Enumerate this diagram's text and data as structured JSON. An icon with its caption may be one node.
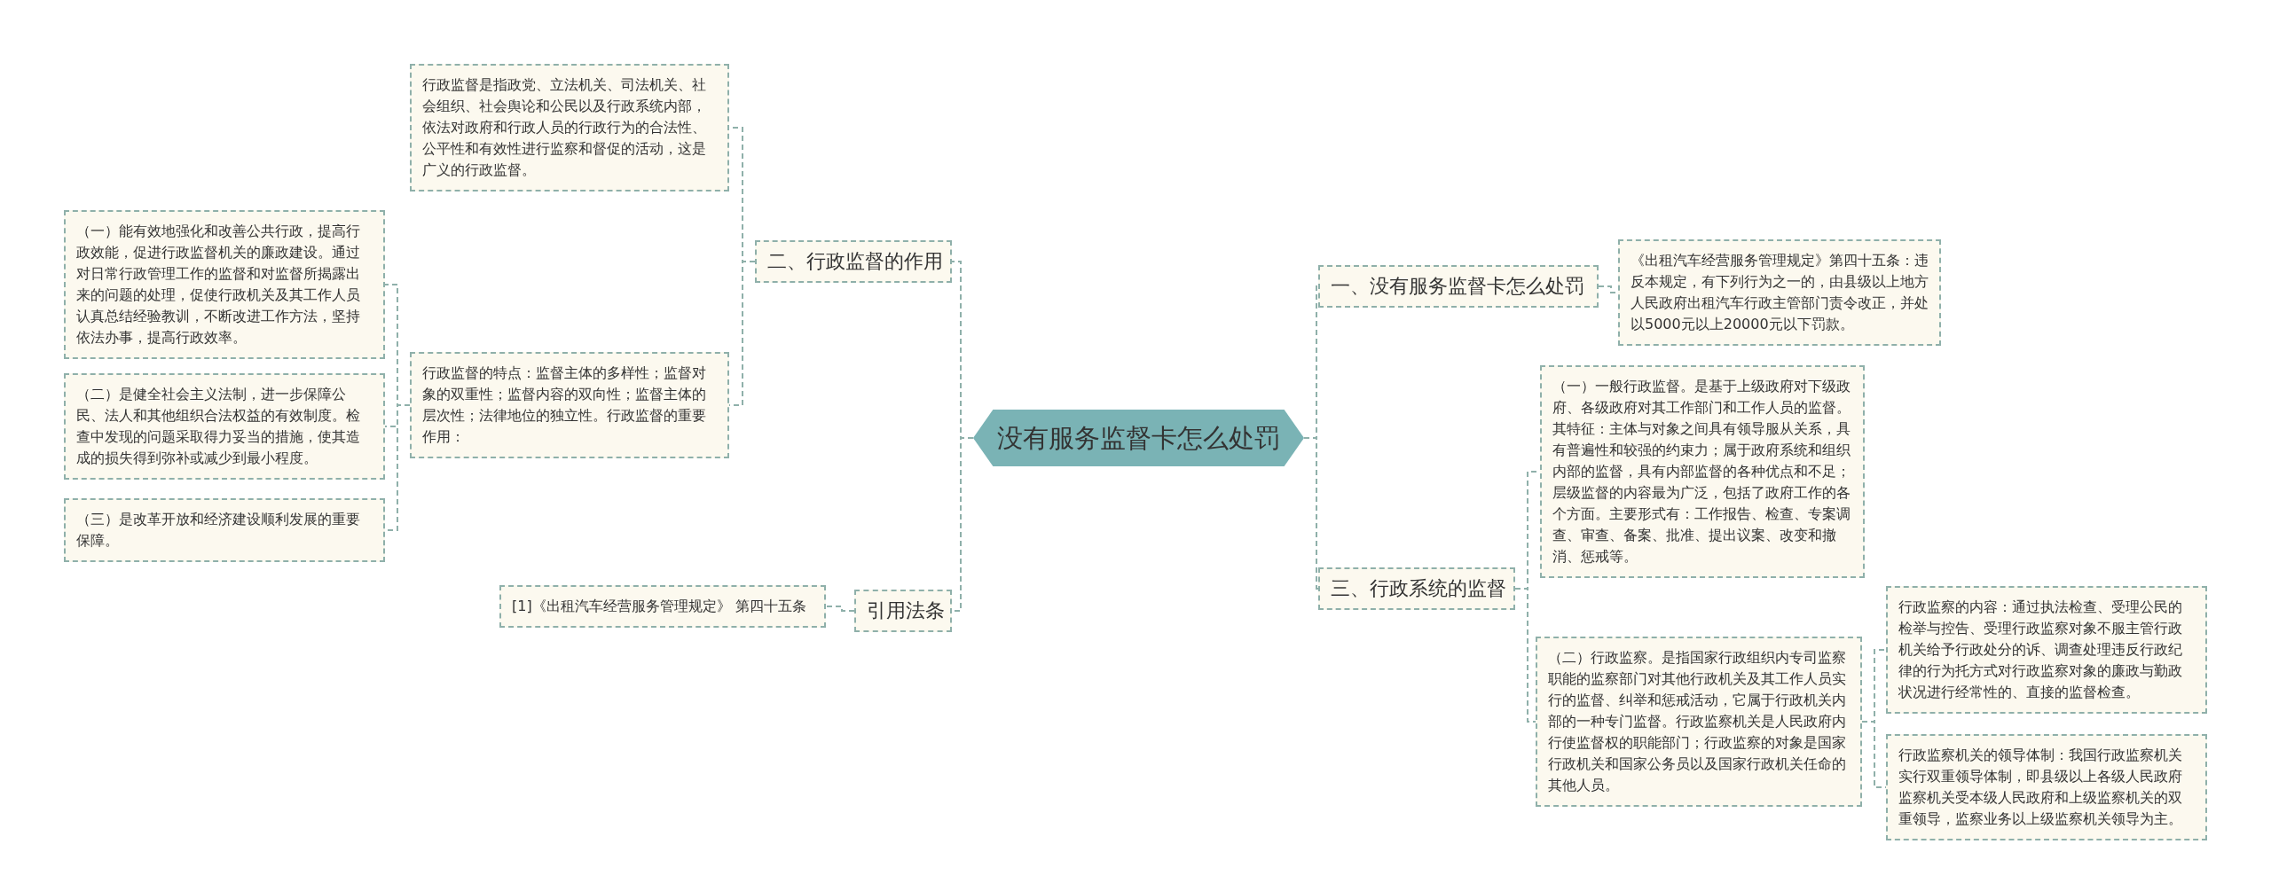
{
  "diagram": {
    "nodes": [
      {
        "text": [
          "没有服务监督卡怎么处罚"
        ]
      },
      {
        "text": [
          "二、行政监督的作用"
        ]
      },
      {
        "text": [
          "行政监督是指政党、立法机关、司法机关、社会组织、社会舆论和公民以及行政系统内部，依法对政府和行政人员的行政行为的合法性、公平性和有效性进行监察和督促的活动，这是广义的行政监督。"
        ]
      },
      {
        "text": [
          "行政监督的特点：监督主体的多样性；监督对象的双重性；监督内容的双向性；监督主体的层次性；法律地位的独立性。行政监督的重要作用："
        ]
      },
      {
        "text": [
          "（一）能有效地强化和改善公共行政，提高行政效能，促进行政监督机关的廉政建设。通过对日常行政管理工作的监督和对监督所揭露出来的问题的处理，促使行政机关及其工作人员认真总结经验教训，不断改进工作方法，坚持依法办事，提高行政效率。"
        ]
      },
      {
        "text": [
          "（二）是健全社会主义法制，进一步保障公民、法人和其他组织合法权益的有效制度。检查中发现的问题采取得力妥当的措施，使其造成的损失得到弥补或减少到最小程度。"
        ]
      },
      {
        "text": [
          "（三）是改革开放和经济建设顺利发展的重要保障。"
        ]
      },
      {
        "text": [
          "引用法条"
        ]
      },
      {
        "text": [
          "[1]《出租汽车经营服务管理规定》 第四十五条"
        ]
      },
      {
        "text": [
          "一、没有服务监督卡怎么处罚"
        ]
      },
      {
        "text": [
          "《出租汽车经营服务管理规定》第四十五条：违反本规定，有下列行为之一的，由县级以上地方人民政府出租汽车行政主管部门责令改正，并处以5000元以上20000元以下罚款。"
        ]
      },
      {
        "text": [
          "三、行政系统的监督"
        ]
      },
      {
        "text": [
          "（一）一般行政监督。是基于上级政府对下级政府、各级政府对其工作部门和工作人员的监督。其特征：主体与对象之间具有领导服从关系，具有普遍性和较强的约束力；属于政府系统和组织内部的监督，具有内部监督的各种优点和不足；层级监督的内容最为广泛，包括了政府工作的各个方面。主要形式有：工作报告、检查、专案调查、审查、备案、批准、提出议案、改变和撤消、惩戒等。"
        ]
      },
      {
        "text": [
          "（二）行政监察。是指国家行政组织内专司监察职能的监察部门对其他行政机关及其工作人员实行的监督、纠举和惩戒活动，它属于行政机关内部的一种专门监督。行政监察机关是人民政府内行使监督权的职能部门；行政监察的对象是国家行政机关和国家公务员以及国家行政机关任命的其他人员。"
        ]
      },
      {
        "text": [
          "行政监察的内容：通过执法检查、受理公民的检举与控告、受理行政监察对象不服主管行政机关给予行政处分的诉、调查处理违反行政纪律的行为托方式对行政监察对象的廉政与勤政状况进行经常性的、直接的监督检查。"
        ]
      },
      {
        "text": [
          "行政监察机关的领导体制：我国行政监察机关实行双重领导体制，即县级以上各级人民政府监察机关受本级人民政府和上级监察机关的双重领导，监察业务以上级监察机关领导为主。"
        ]
      }
    ],
    "edges": [
      {
        "from": 0,
        "to": 1,
        "arrow": "none"
      },
      {
        "from": 1,
        "to": 2,
        "arrow": "none"
      },
      {
        "from": 1,
        "to": 3,
        "arrow": "none"
      },
      {
        "from": 3,
        "to": 4,
        "arrow": "none"
      },
      {
        "from": 3,
        "to": 5,
        "arrow": "none"
      },
      {
        "from": 3,
        "to": 6,
        "arrow": "none"
      },
      {
        "from": 0,
        "to": 7,
        "arrow": "none"
      },
      {
        "from": 7,
        "to": 8,
        "arrow": "none"
      },
      {
        "from": 0,
        "to": 9,
        "arrow": "none"
      },
      {
        "from": 9,
        "to": 10,
        "arrow": "none"
      },
      {
        "from": 0,
        "to": 11,
        "arrow": "none"
      },
      {
        "from": 11,
        "to": 12,
        "arrow": "none"
      },
      {
        "from": 11,
        "to": 13,
        "arrow": "none"
      },
      {
        "from": 13,
        "to": 14,
        "arrow": "none"
      },
      {
        "from": 13,
        "to": 15,
        "arrow": "none"
      }
    ]
  }
}
